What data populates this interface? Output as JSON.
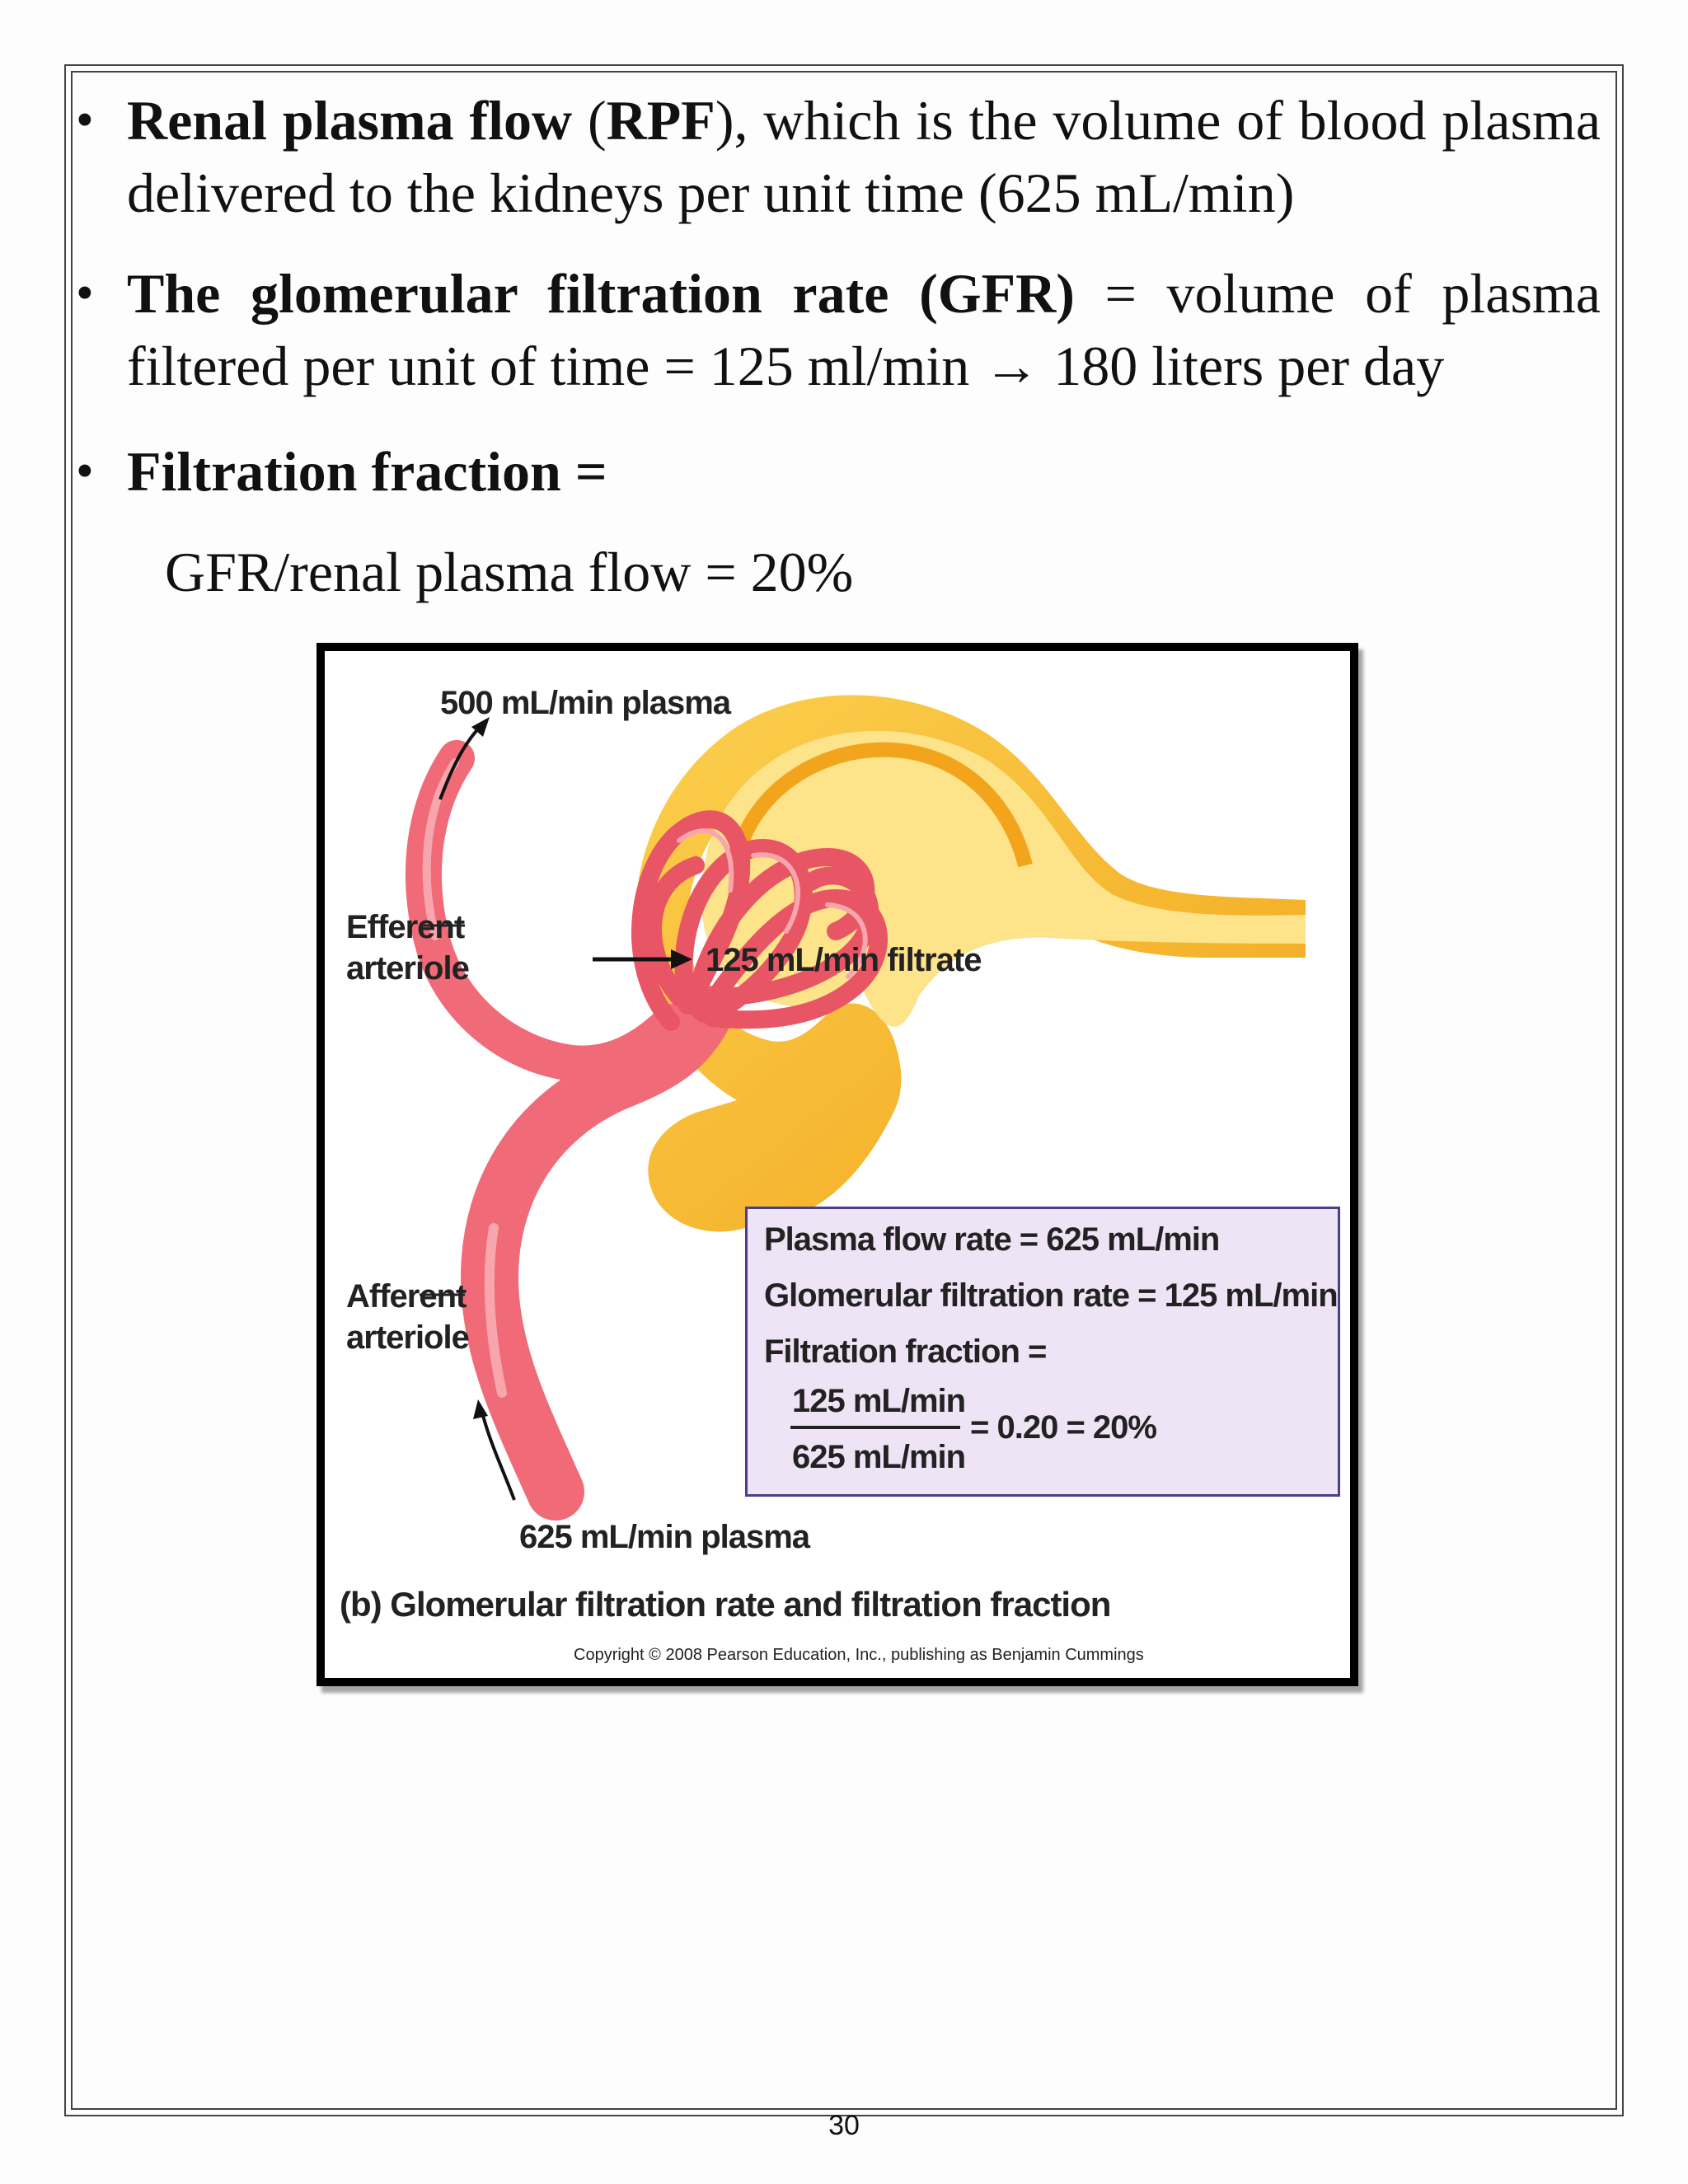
{
  "bullets": {
    "b1": {
      "bold1": "Renal plasma flow",
      "mid1": " (",
      "bold2": "RPF",
      "rest": "), which is the volume of blood plasma delivered to the kidneys per unit time (625 mL/min)"
    },
    "b2": {
      "bold": "The glomerular filtration rate (GFR)",
      "rest": " = volume of plasma filtered per unit of time = 125 ml/min → 180 liters per day"
    },
    "b3": {
      "bold": "Filtration fraction ="
    },
    "formula": "GFR/renal plasma flow = 20%"
  },
  "figure": {
    "label_top": "500 mL/min plasma",
    "label_efferent": "Efferent\narteriole",
    "label_afferent": "Afferent\narteriole",
    "label_filtrate": "125 mL/min filtrate",
    "label_bottom": "625 mL/min plasma",
    "caption_letter": "(b)",
    "caption": " Glomerular filtration rate and filtration fraction",
    "copyright": "Copyright © 2008 Pearson Education, Inc., publishing as Benjamin Cummings",
    "box": {
      "line1": "Plasma flow rate = 625 mL/min",
      "line2": "Glomerular filtration rate = 125 mL/min",
      "line3": "Filtration fraction =",
      "numerator": "125 mL/min",
      "denominator": "625 mL/min",
      "result": "= 0.20 = 20%"
    },
    "colors": {
      "capsule": "#f7b52a",
      "vessel": "#f06a78",
      "box_bg": "#efe4f5"
    }
  },
  "page_number": "30"
}
